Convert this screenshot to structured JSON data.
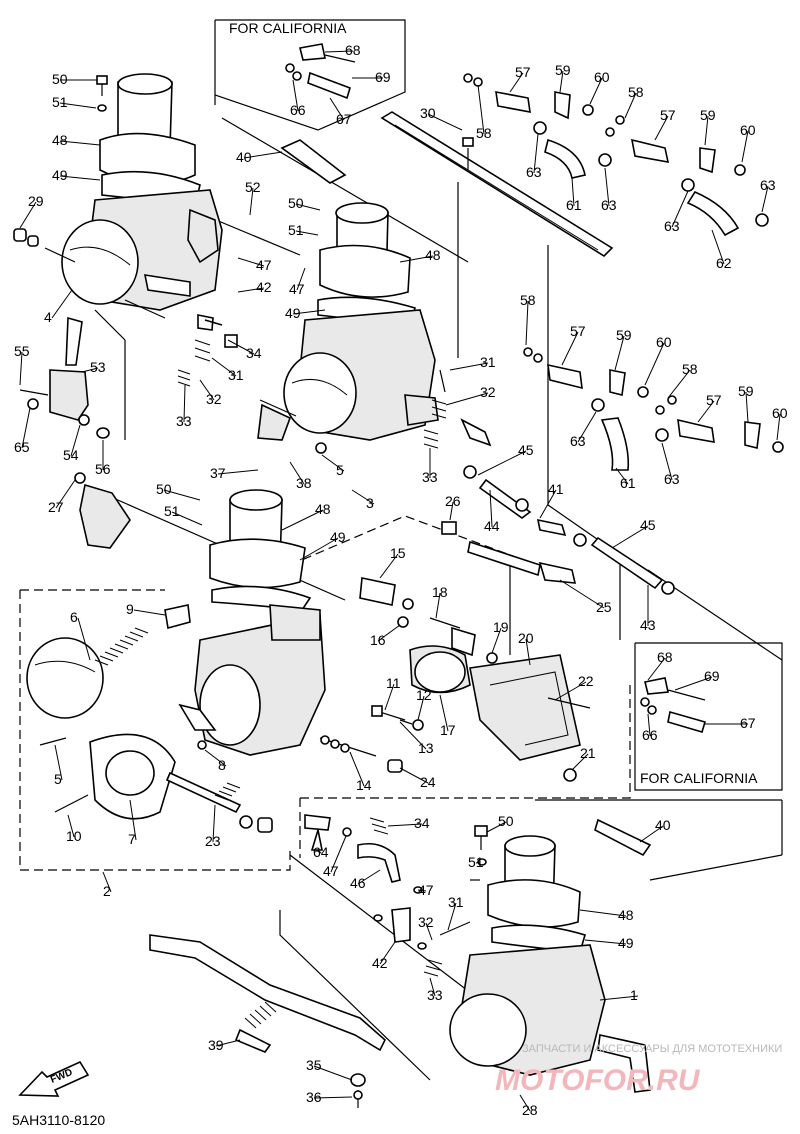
{
  "diagram": {
    "code": "5AH3110-8120",
    "california_top": "FOR CALIFORNIA",
    "california_right": "FOR CALIFORNIA",
    "fwd": "FWD",
    "watermark_small": "ЗАПЧАСТИ И АКСЕССУАРЫ ДЛЯ МОТОТЕХНИКИ",
    "watermark_big": "MOTOFOR.RU"
  },
  "callouts": [
    {
      "id": "c50a",
      "text": "50"
    },
    {
      "id": "c51a",
      "text": "51"
    },
    {
      "id": "c48a",
      "text": "48"
    },
    {
      "id": "c49a",
      "text": "49"
    },
    {
      "id": "c29",
      "text": "29"
    },
    {
      "id": "c4",
      "text": "4"
    },
    {
      "id": "c55",
      "text": "55"
    },
    {
      "id": "c53",
      "text": "53"
    },
    {
      "id": "c65",
      "text": "65"
    },
    {
      "id": "c54",
      "text": "54"
    },
    {
      "id": "c56",
      "text": "56"
    },
    {
      "id": "c27",
      "text": "27"
    },
    {
      "id": "c68a",
      "text": "68"
    },
    {
      "id": "c69a",
      "text": "69"
    },
    {
      "id": "c66a",
      "text": "66"
    },
    {
      "id": "c67a",
      "text": "67"
    },
    {
      "id": "c40a",
      "text": "40"
    },
    {
      "id": "c52",
      "text": "52"
    },
    {
      "id": "c50b",
      "text": "50"
    },
    {
      "id": "c51b",
      "text": "51"
    },
    {
      "id": "c47a",
      "text": "47"
    },
    {
      "id": "c47b",
      "text": "47"
    },
    {
      "id": "c42a",
      "text": "42"
    },
    {
      "id": "c48b",
      "text": "48"
    },
    {
      "id": "c49b",
      "text": "49"
    },
    {
      "id": "c34a",
      "text": "34"
    },
    {
      "id": "c31a",
      "text": "31"
    },
    {
      "id": "c32a",
      "text": "32"
    },
    {
      "id": "c33a",
      "text": "33"
    },
    {
      "id": "c30",
      "text": "30"
    },
    {
      "id": "c58a",
      "text": "58"
    },
    {
      "id": "c57a",
      "text": "57"
    },
    {
      "id": "c59a",
      "text": "59"
    },
    {
      "id": "c60a",
      "text": "60"
    },
    {
      "id": "c58b",
      "text": "58"
    },
    {
      "id": "c63a",
      "text": "63"
    },
    {
      "id": "c57b",
      "text": "57"
    },
    {
      "id": "c59b",
      "text": "59"
    },
    {
      "id": "c60b",
      "text": "60"
    },
    {
      "id": "c61a",
      "text": "61"
    },
    {
      "id": "c63b",
      "text": "63"
    },
    {
      "id": "c63c",
      "text": "63"
    },
    {
      "id": "c63d",
      "text": "63"
    },
    {
      "id": "c62",
      "text": "62"
    },
    {
      "id": "c58c",
      "text": "58"
    },
    {
      "id": "c57c",
      "text": "57"
    },
    {
      "id": "c59c",
      "text": "59"
    },
    {
      "id": "c60c",
      "text": "60"
    },
    {
      "id": "c58d",
      "text": "58"
    },
    {
      "id": "c57d",
      "text": "57"
    },
    {
      "id": "c59d",
      "text": "59"
    },
    {
      "id": "c60d",
      "text": "60"
    },
    {
      "id": "c63e",
      "text": "63"
    },
    {
      "id": "c61b",
      "text": "61"
    },
    {
      "id": "c63f",
      "text": "63"
    },
    {
      "id": "c31b",
      "text": "31"
    },
    {
      "id": "c32b",
      "text": "32"
    },
    {
      "id": "c33b",
      "text": "33"
    },
    {
      "id": "c5a",
      "text": "5"
    },
    {
      "id": "c3",
      "text": "3"
    },
    {
      "id": "c37",
      "text": "37"
    },
    {
      "id": "c38",
      "text": "38"
    },
    {
      "id": "c50c",
      "text": "50"
    },
    {
      "id": "c51c",
      "text": "51"
    },
    {
      "id": "c48c",
      "text": "48"
    },
    {
      "id": "c49c",
      "text": "49"
    },
    {
      "id": "c26",
      "text": "26"
    },
    {
      "id": "c45a",
      "text": "45"
    },
    {
      "id": "c41",
      "text": "41"
    },
    {
      "id": "c44",
      "text": "44"
    },
    {
      "id": "c45b",
      "text": "45"
    },
    {
      "id": "c25",
      "text": "25"
    },
    {
      "id": "c43",
      "text": "43"
    },
    {
      "id": "c15",
      "text": "15"
    },
    {
      "id": "c18",
      "text": "18"
    },
    {
      "id": "c16",
      "text": "16"
    },
    {
      "id": "c19",
      "text": "19"
    },
    {
      "id": "c20",
      "text": "20"
    },
    {
      "id": "c9",
      "text": "9"
    },
    {
      "id": "c6",
      "text": "6"
    },
    {
      "id": "c11",
      "text": "11"
    },
    {
      "id": "c12",
      "text": "12"
    },
    {
      "id": "c17",
      "text": "17"
    },
    {
      "id": "c22",
      "text": "22"
    },
    {
      "id": "c13",
      "text": "13"
    },
    {
      "id": "c21",
      "text": "21"
    },
    {
      "id": "c68b",
      "text": "68"
    },
    {
      "id": "c69b",
      "text": "69"
    },
    {
      "id": "c66b",
      "text": "66"
    },
    {
      "id": "c67b",
      "text": "67"
    },
    {
      "id": "c5b",
      "text": "5"
    },
    {
      "id": "c8",
      "text": "8"
    },
    {
      "id": "c14",
      "text": "14"
    },
    {
      "id": "c24",
      "text": "24"
    },
    {
      "id": "c10",
      "text": "10"
    },
    {
      "id": "c7",
      "text": "7"
    },
    {
      "id": "c23",
      "text": "23"
    },
    {
      "id": "c34b",
      "text": "34"
    },
    {
      "id": "c2",
      "text": "2"
    },
    {
      "id": "c64",
      "text": "64"
    },
    {
      "id": "c47c",
      "text": "47"
    },
    {
      "id": "c46",
      "text": "46"
    },
    {
      "id": "c50d",
      "text": "50"
    },
    {
      "id": "c51d",
      "text": "51"
    },
    {
      "id": "c40b",
      "text": "40"
    },
    {
      "id": "c47d",
      "text": "47"
    },
    {
      "id": "c31c",
      "text": "31"
    },
    {
      "id": "c32c",
      "text": "32"
    },
    {
      "id": "c48d",
      "text": "48"
    },
    {
      "id": "c49d",
      "text": "49"
    },
    {
      "id": "c42b",
      "text": "42"
    },
    {
      "id": "c33c",
      "text": "33"
    },
    {
      "id": "c1",
      "text": "1"
    },
    {
      "id": "c39",
      "text": "39"
    },
    {
      "id": "c35",
      "text": "35"
    },
    {
      "id": "c36",
      "text": "36"
    },
    {
      "id": "c28",
      "text": "28"
    }
  ]
}
